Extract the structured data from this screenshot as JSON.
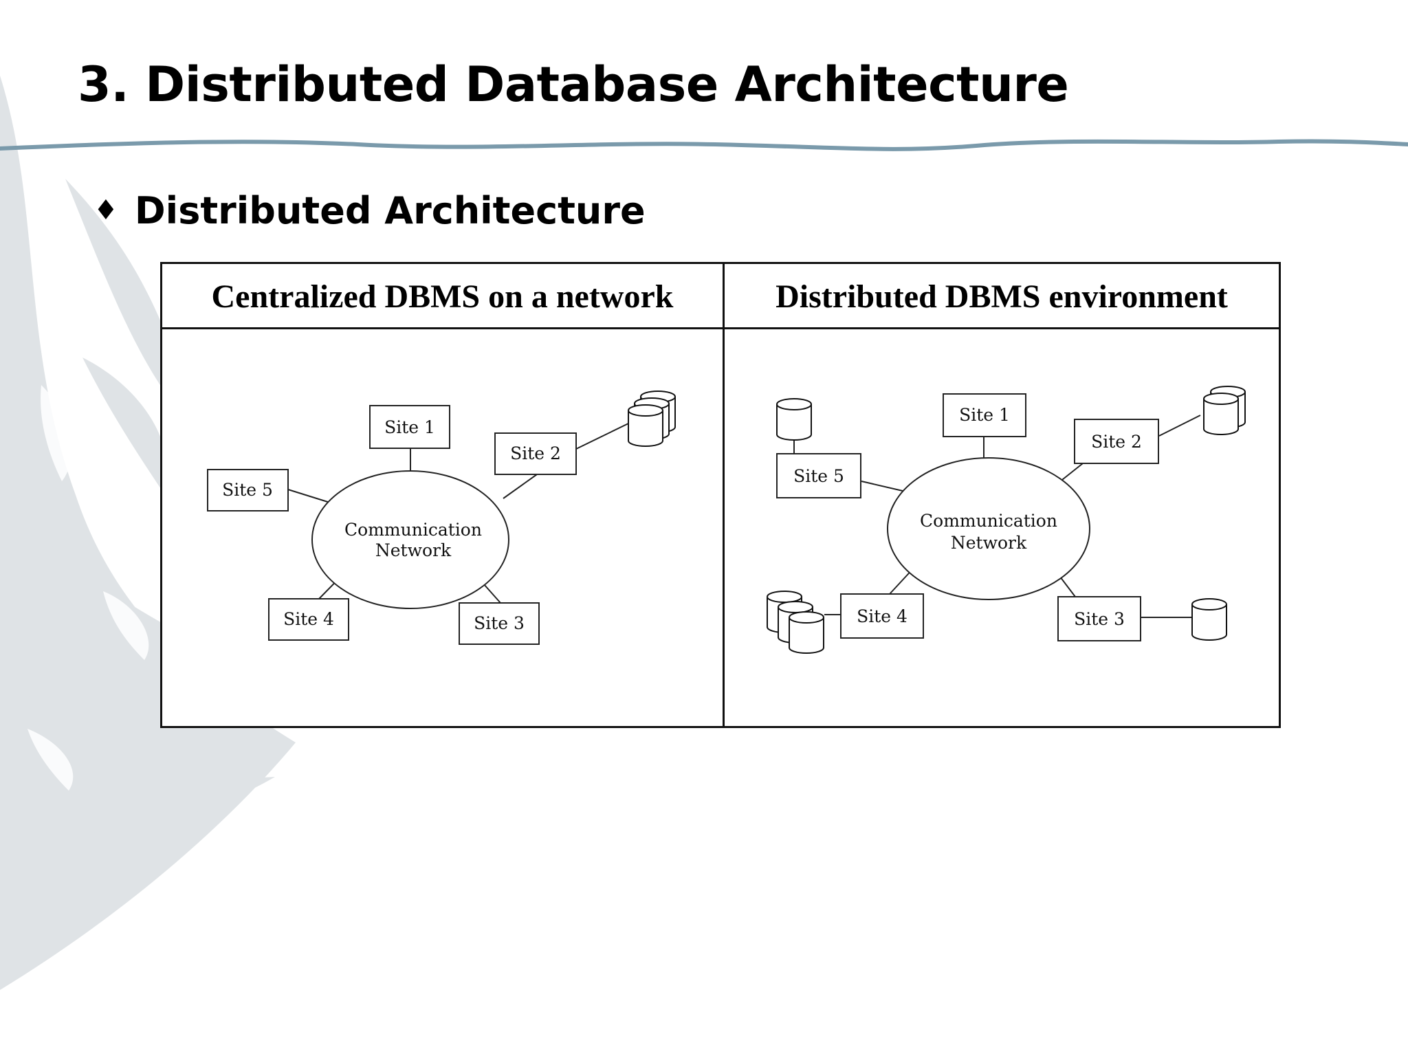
{
  "slide": {
    "title": "3. Distributed Database Architecture",
    "bullet": "Distributed  Architecture",
    "accent_line_color": "#7a9aab"
  },
  "table": {
    "columns": [
      {
        "header": "Centralized DBMS on a network"
      },
      {
        "header": "Distributed DBMS environment"
      }
    ]
  },
  "diagrams": {
    "centralized": {
      "network_label": [
        "Communication",
        "Network"
      ],
      "sites": [
        "Site 1",
        "Site 2",
        "Site 3",
        "Site 4",
        "Site 5"
      ]
    },
    "distributed": {
      "network_label": [
        "Communication",
        "Network"
      ],
      "sites": [
        "Site 1",
        "Site 2",
        "Site 3",
        "Site 4",
        "Site 5"
      ]
    }
  }
}
